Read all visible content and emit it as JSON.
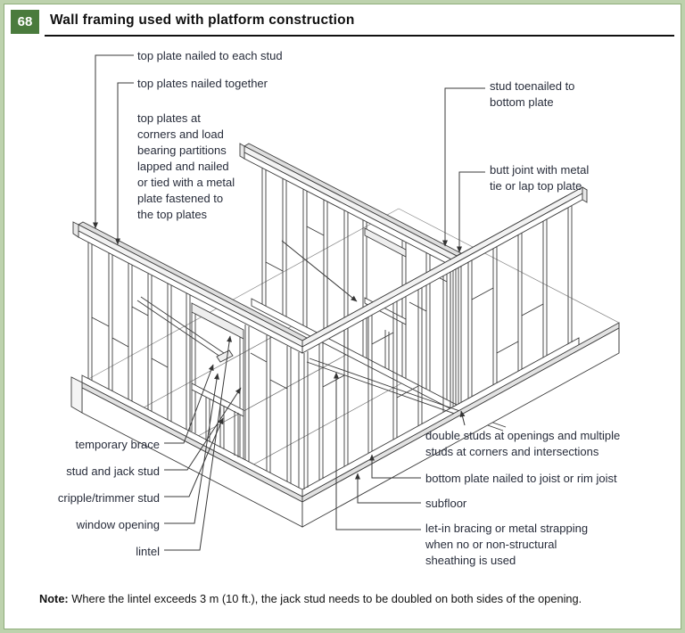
{
  "figure": {
    "number": "68",
    "title": "Wall framing used with platform construction",
    "header_green": "#4a7b3d",
    "border_green": "#bdd2ad",
    "note_label": "Note:",
    "note_text": " Where the lintel exceeds 3 m (10 ft.), the jack stud needs to be doubled on both sides of the opening."
  },
  "labels": {
    "top_plate_each_stud": "top plate nailed to each stud",
    "top_plates_together": "top plates nailed together",
    "top_plates_corners_lines": [
      "top plates at",
      "corners and load",
      "bearing partitions",
      "lapped and nailed",
      "or tied with a metal",
      "plate fastened to",
      "the top plates"
    ],
    "stud_toenailed_lines": [
      "stud toenailed to",
      "bottom plate"
    ],
    "butt_joint_lines": [
      "butt joint with metal",
      "tie or lap top plate"
    ],
    "temporary_brace": "temporary brace",
    "stud_jack_stud": "stud and jack stud",
    "cripple_trimmer": "cripple/trimmer stud",
    "window_opening": "window opening",
    "lintel": "lintel",
    "double_studs_lines": [
      "double studs at openings and multiple",
      "studs at corners and intersections"
    ],
    "bottom_plate_joist": "bottom plate nailed to joist or rim joist",
    "subfloor": "subfloor",
    "letin_bracing_lines": [
      "let-in bracing or metal strapping",
      "when no or non-structural",
      "sheathing is used"
    ]
  }
}
